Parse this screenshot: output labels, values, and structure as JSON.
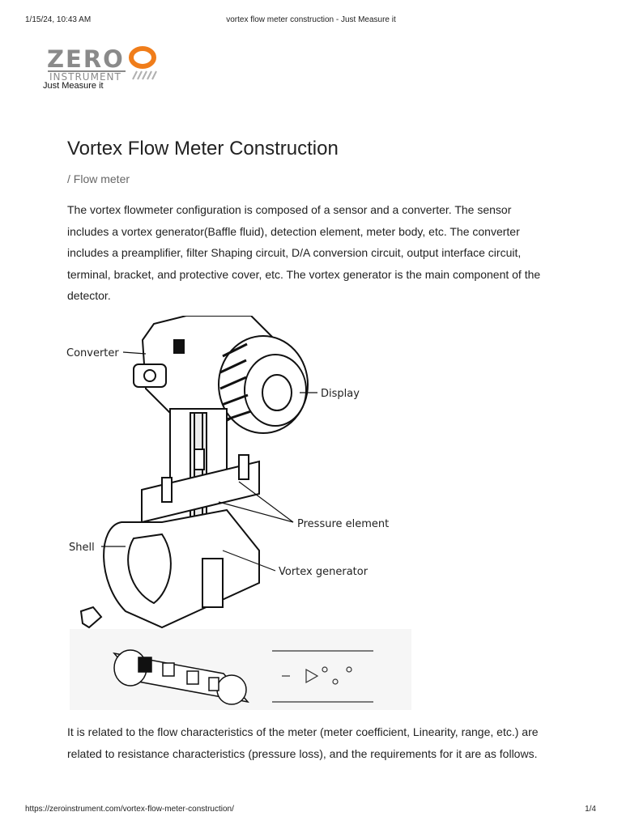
{
  "print_header": {
    "datetime": "1/15/24, 10:43 AM",
    "page_title": "vortex flow meter construction - Just Measure it"
  },
  "logo": {
    "brand": "ZERO",
    "sub": "INSTRUMENT",
    "tagline": "Just Measure it",
    "colors": {
      "gray": "#8a8a8a",
      "orange": "#f07d1a"
    }
  },
  "article": {
    "title": "Vortex Flow Meter Construction",
    "breadcrumb": "/ Flow meter",
    "paragraph1": "The vortex flowmeter configuration is composed of a sensor and a converter. The sensor includes a vortex generator(Baffle fluid), detection element, meter body, etc. The converter includes a preamplifier, filter Shaping circuit, D/A conversion circuit, output interface circuit, terminal, bracket, and protective cover, etc. The vortex generator is the main component of the detector.",
    "paragraph2": "It is related to the flow characteristics of the meter (meter coefficient, Linearity, range, etc.) are related to resistance characteristics (pressure loss), and the requirements for it are as follows."
  },
  "figure": {
    "labels": {
      "converter": "Converter",
      "display": "Display",
      "pressure_element": "Pressure element",
      "shell": "Shell",
      "vortex_generator": "Vortex generator"
    }
  },
  "print_footer": {
    "url": "https://zeroinstrument.com/vortex-flow-meter-construction/",
    "page": "1/4"
  }
}
